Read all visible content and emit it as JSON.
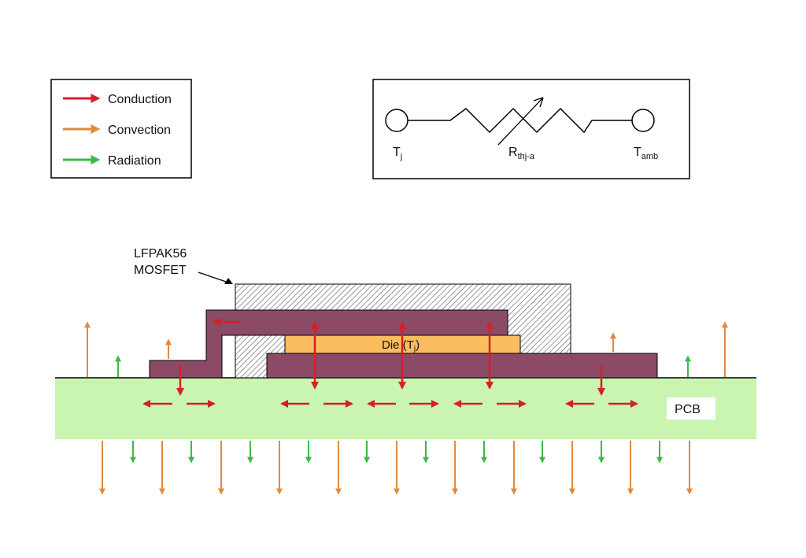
{
  "legend": {
    "items": [
      {
        "label": "Conduction",
        "color": "#d42027"
      },
      {
        "label": "Convection",
        "color": "#e08a3c"
      },
      {
        "label": "Radiation",
        "color": "#3db94a"
      }
    ]
  },
  "circuit": {
    "tj_main": "T",
    "tj_sub": "j",
    "r_main": "R",
    "r_sub": "thj-a",
    "tamb_main": "T",
    "tamb_sub": "amb"
  },
  "package": {
    "label_line1": "LFPAK56",
    "label_line2": "MOSFET",
    "die_label_prefix": "Die (T",
    "die_label_sub": "j",
    "die_label_suffix": ")",
    "pcb_label": "PCB"
  },
  "colors": {
    "conduction": "#d42027",
    "convection": "#e08a3c",
    "radiation": "#3db94a",
    "leadframe": "#8c4a66",
    "die": "#f9bd60",
    "pcb": "#c9f5b1",
    "mold_hatch": "#555555"
  }
}
